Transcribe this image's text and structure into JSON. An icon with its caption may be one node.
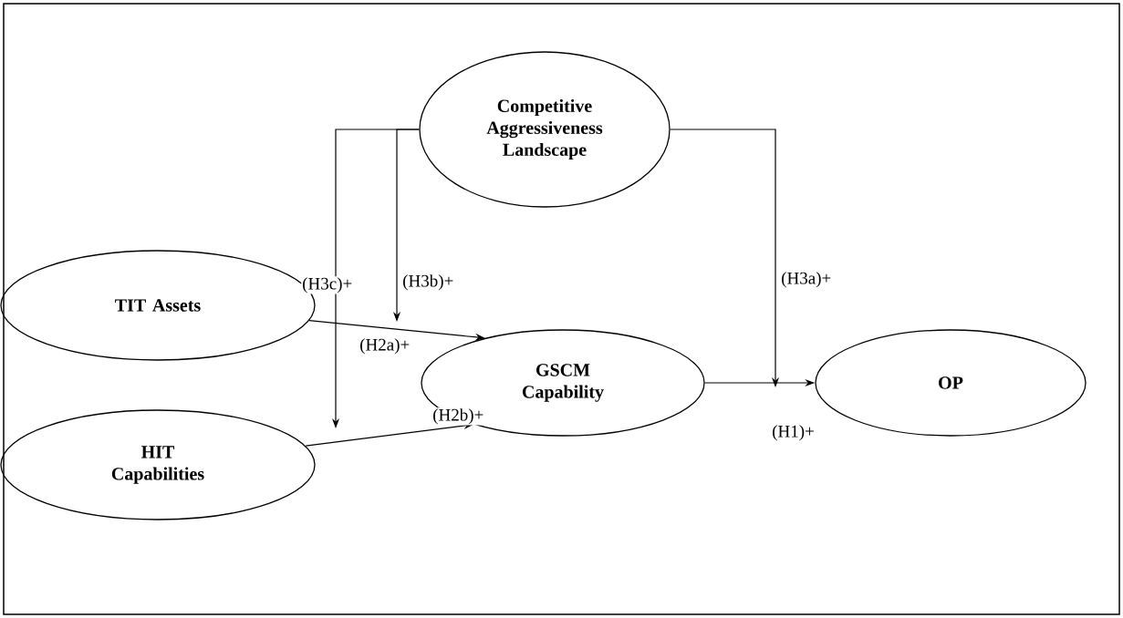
{
  "diagram": {
    "nodes": [
      {
        "text": [
          "Competitive Aggressiveness Landscape"
        ]
      },
      {
        "text": [
          "TIT Assets"
        ]
      },
      {
        "text": [
          "GSCM Capability"
        ]
      },
      {
        "text": [
          "OP"
        ]
      },
      {
        "text": [
          "HIT Capabilities"
        ]
      }
    ],
    "edges": [
      {
        "from": 2,
        "to": 3,
        "arrow": "to",
        "label": "(H1)+"
      },
      {
        "from": 1,
        "to": 2,
        "arrow": "to",
        "label": "(H2a)+"
      },
      {
        "from": 4,
        "to": 2,
        "arrow": "to",
        "label": "(H2b)+"
      },
      {
        "from": 0,
        "to": null,
        "arrow": "to",
        "label": "(H3a)+"
      },
      {
        "from": 0,
        "to": null,
        "arrow": "to",
        "label": "(H3b)+"
      },
      {
        "from": 0,
        "to": null,
        "arrow": "to",
        "label": "(H3c)+"
      }
    ]
  }
}
